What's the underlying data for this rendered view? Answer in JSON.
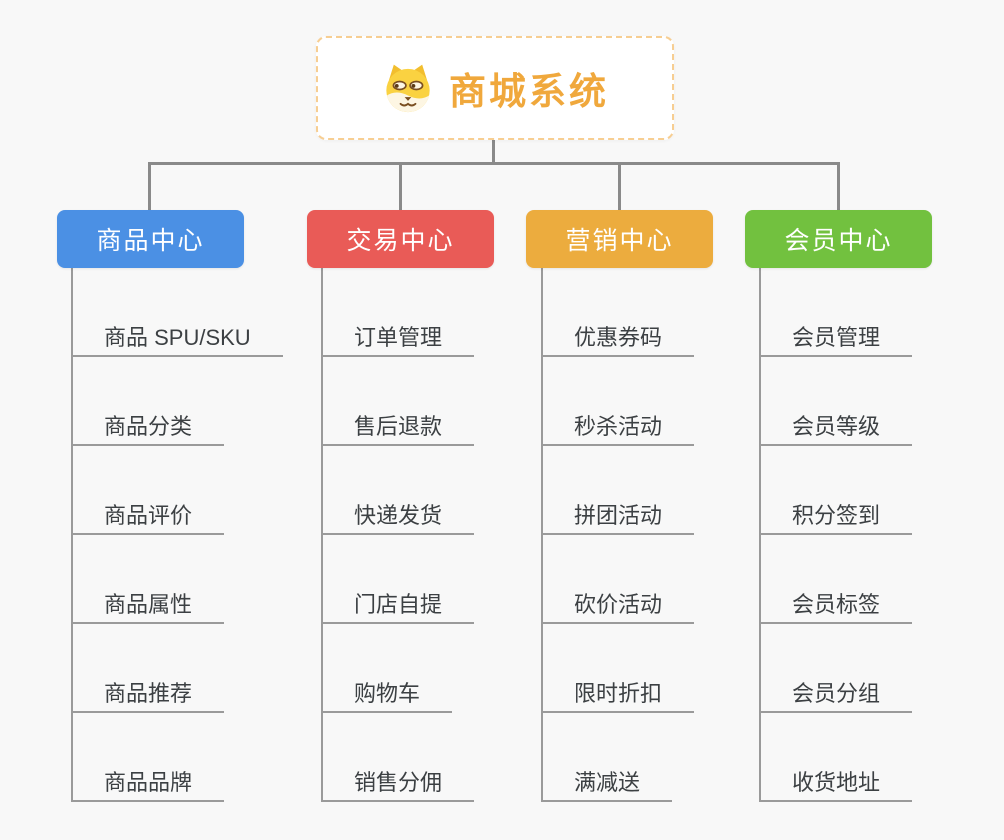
{
  "page": {
    "background_color": "#f8f8f8",
    "connector_color": "#8a8a8a",
    "leaf_line_color": "#9a9a9a",
    "leaf_text_color": "#3c4043"
  },
  "root": {
    "title": "商城系统",
    "icon": "doge-face",
    "text_color": "#f0a83c",
    "border_color": "#f7ce92",
    "background": "#ffffff"
  },
  "branches": [
    {
      "id": "product-center",
      "label": "商品中心",
      "color": "#4b90e4",
      "items": [
        "商品 SPU/SKU",
        "商品分类",
        "商品评价",
        "商品属性",
        "商品推荐",
        "商品品牌"
      ]
    },
    {
      "id": "trade-center",
      "label": "交易中心",
      "color": "#e95b57",
      "items": [
        "订单管理",
        "售后退款",
        "快递发货",
        "门店自提",
        "购物车",
        "销售分佣"
      ]
    },
    {
      "id": "marketing-center",
      "label": "营销中心",
      "color": "#ecac3e",
      "items": [
        "优惠券码",
        "秒杀活动",
        "拼团活动",
        "砍价活动",
        "限时折扣",
        "满减送"
      ]
    },
    {
      "id": "member-center",
      "label": "会员中心",
      "color": "#72c13f",
      "items": [
        "会员管理",
        "会员等级",
        "积分签到",
        "会员标签",
        "会员分组",
        "收货地址"
      ]
    }
  ]
}
